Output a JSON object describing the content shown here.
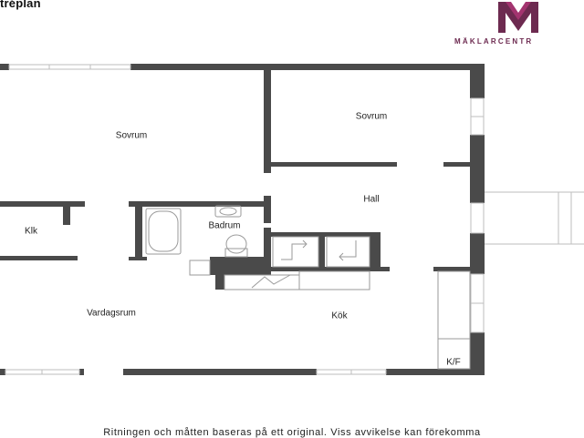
{
  "title": "tréplan",
  "logo": {
    "brand": "MÄKLARCENTR",
    "color": "#6d2a50"
  },
  "rooms": {
    "sovrum_left": "Sovrum",
    "sovrum_right": "Sovrum",
    "hall": "Hall",
    "klk": "Klk",
    "badrum": "Badrum",
    "vardagsrum": "Vardagsrum",
    "kok": "Kök",
    "kf": "K/F"
  },
  "disclaimer": "Ritningen och måtten baseras på ett original. Viss avvikelse kan förekomma",
  "colors": {
    "wall": "#4a4a4a",
    "window": "#bdbdbd",
    "fixture": "#9a9a9a"
  }
}
